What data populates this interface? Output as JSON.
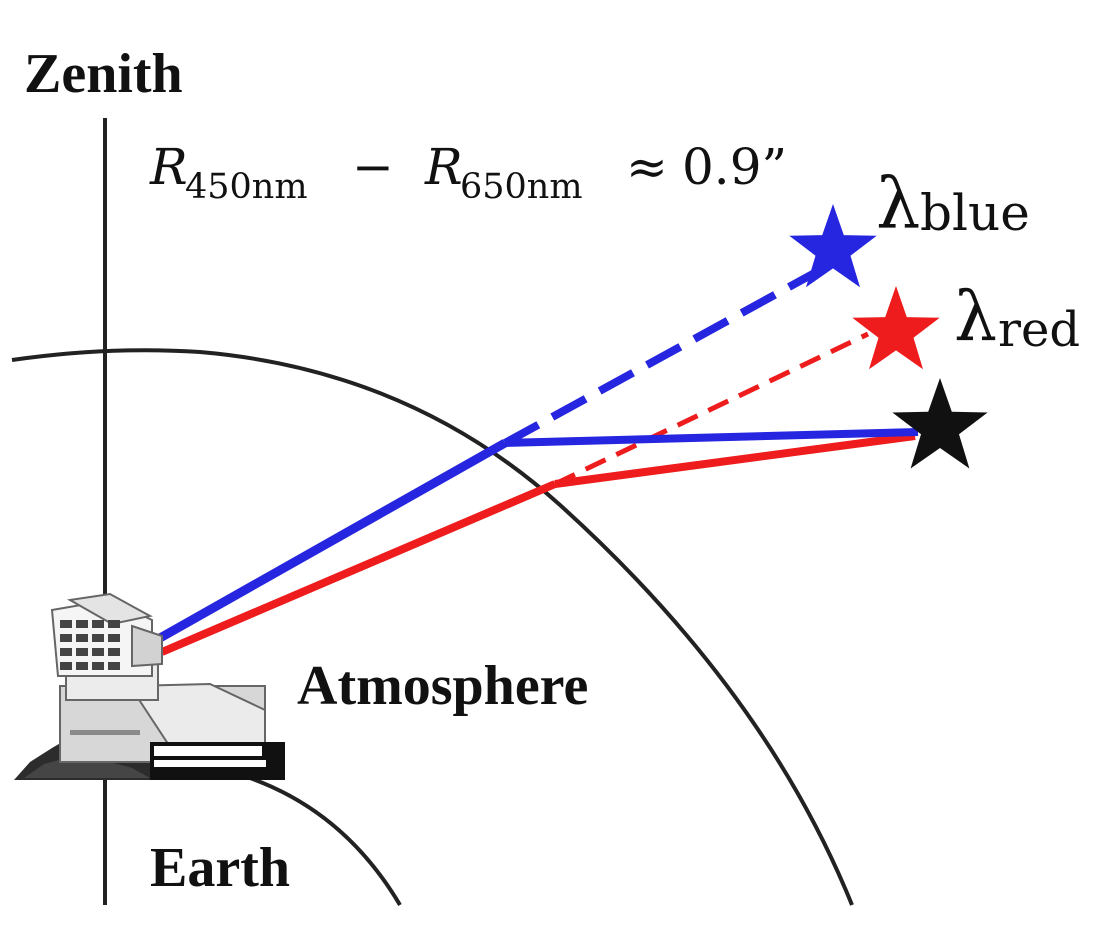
{
  "labels": {
    "zenith": "Zenith",
    "atmosphere": "Atmosphere",
    "earth": "Earth"
  },
  "formula": {
    "r_symbol_1": "R",
    "sub_1": "450nm",
    "minus": "−",
    "r_symbol_2": "R",
    "sub_2": "650nm",
    "approx": "≈",
    "value": "0.9”"
  },
  "wavelength_labels": {
    "blue_symbol": "λ",
    "blue_sub": "blue",
    "red_symbol": "λ",
    "red_sub": "red"
  },
  "colors": {
    "blue": "#2626e0",
    "red": "#ee1c1c",
    "black": "#111111"
  },
  "icons": {
    "telescope": "telescope-icon",
    "true_star": "star-icon",
    "apparent_star_blue": "star-icon",
    "apparent_star_red": "star-icon"
  }
}
